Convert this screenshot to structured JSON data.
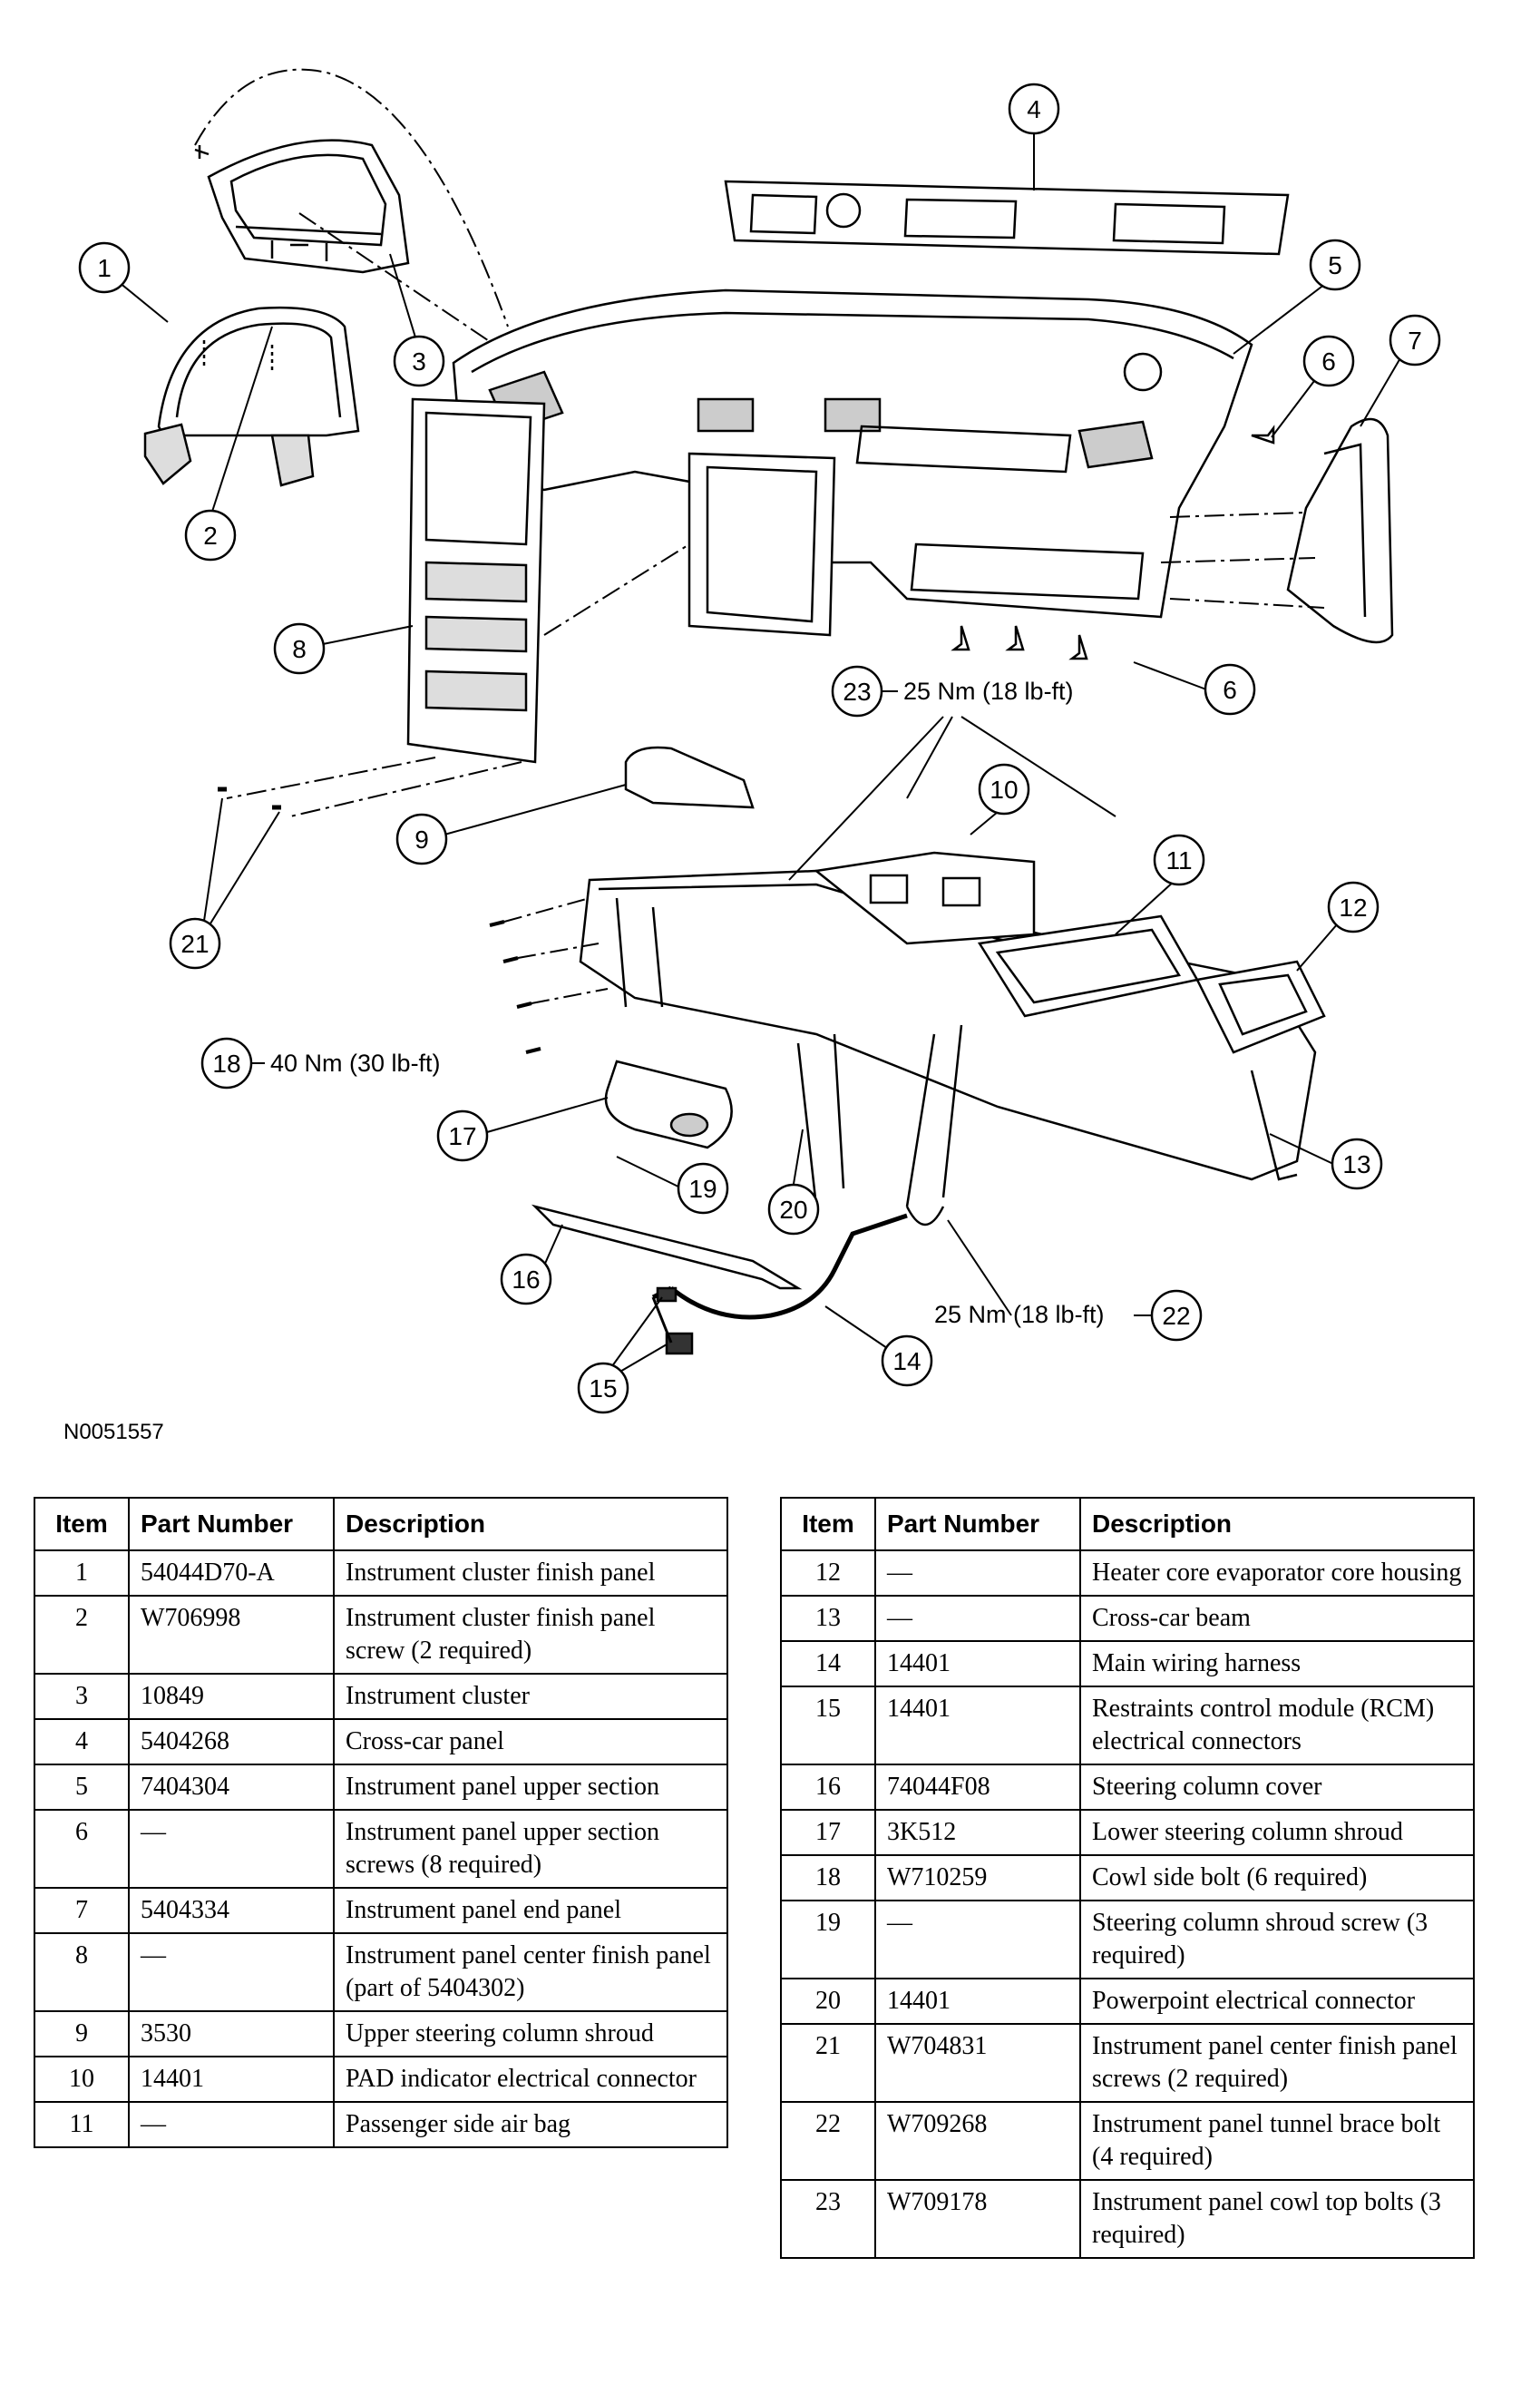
{
  "figure_code": "N0051557",
  "callouts": [
    "1",
    "2",
    "3",
    "4",
    "5",
    "6",
    "6",
    "7",
    "8",
    "9",
    "10",
    "11",
    "12",
    "13",
    "14",
    "15",
    "16",
    "17",
    "18",
    "19",
    "20",
    "21",
    "22",
    "23"
  ],
  "torques": {
    "t23": "25 Nm (18 lb-ft)",
    "t18": "40 Nm (30 lb-ft)",
    "t22": "25 Nm (18 lb-ft)"
  },
  "table": {
    "headers": [
      "Item",
      "Part Number",
      "Description"
    ],
    "left_rows": [
      {
        "item": "1",
        "part": "54044D70-A",
        "desc": "Instrument cluster finish panel"
      },
      {
        "item": "2",
        "part": "W706998",
        "desc": "Instrument cluster finish panel screw (2 required)"
      },
      {
        "item": "3",
        "part": "10849",
        "desc": "Instrument cluster"
      },
      {
        "item": "4",
        "part": "5404268",
        "desc": "Cross-car panel"
      },
      {
        "item": "5",
        "part": "7404304",
        "desc": "Instrument panel upper section"
      },
      {
        "item": "6",
        "part": "—",
        "desc": "Instrument panel upper section screws (8 required)"
      },
      {
        "item": "7",
        "part": "5404334",
        "desc": "Instrument panel end panel"
      },
      {
        "item": "8",
        "part": "—",
        "desc": "Instrument panel center finish panel (part of 5404302)"
      },
      {
        "item": "9",
        "part": "3530",
        "desc": "Upper steering column shroud"
      },
      {
        "item": "10",
        "part": "14401",
        "desc": "PAD indicator electrical connector"
      },
      {
        "item": "11",
        "part": "—",
        "desc": "Passenger side air bag"
      }
    ],
    "right_rows": [
      {
        "item": "12",
        "part": "—",
        "desc": "Heater core evaporator core housing"
      },
      {
        "item": "13",
        "part": "—",
        "desc": "Cross-car beam"
      },
      {
        "item": "14",
        "part": "14401",
        "desc": "Main wiring harness"
      },
      {
        "item": "15",
        "part": "14401",
        "desc": "Restraints control module (RCM) electrical connectors"
      },
      {
        "item": "16",
        "part": "74044F08",
        "desc": "Steering column cover"
      },
      {
        "item": "17",
        "part": "3K512",
        "desc": "Lower steering column shroud"
      },
      {
        "item": "18",
        "part": "W710259",
        "desc": "Cowl side bolt (6 required)"
      },
      {
        "item": "19",
        "part": "—",
        "desc": "Steering column shroud screw (3 required)"
      },
      {
        "item": "20",
        "part": "14401",
        "desc": "Powerpoint electrical connector"
      },
      {
        "item": "21",
        "part": "W704831",
        "desc": "Instrument panel center finish panel screws (2 required)"
      },
      {
        "item": "22",
        "part": "W709268",
        "desc": "Instrument panel tunnel brace bolt (4 required)"
      },
      {
        "item": "23",
        "part": "W709178",
        "desc": "Instrument panel cowl top bolts (3 required)"
      }
    ]
  }
}
